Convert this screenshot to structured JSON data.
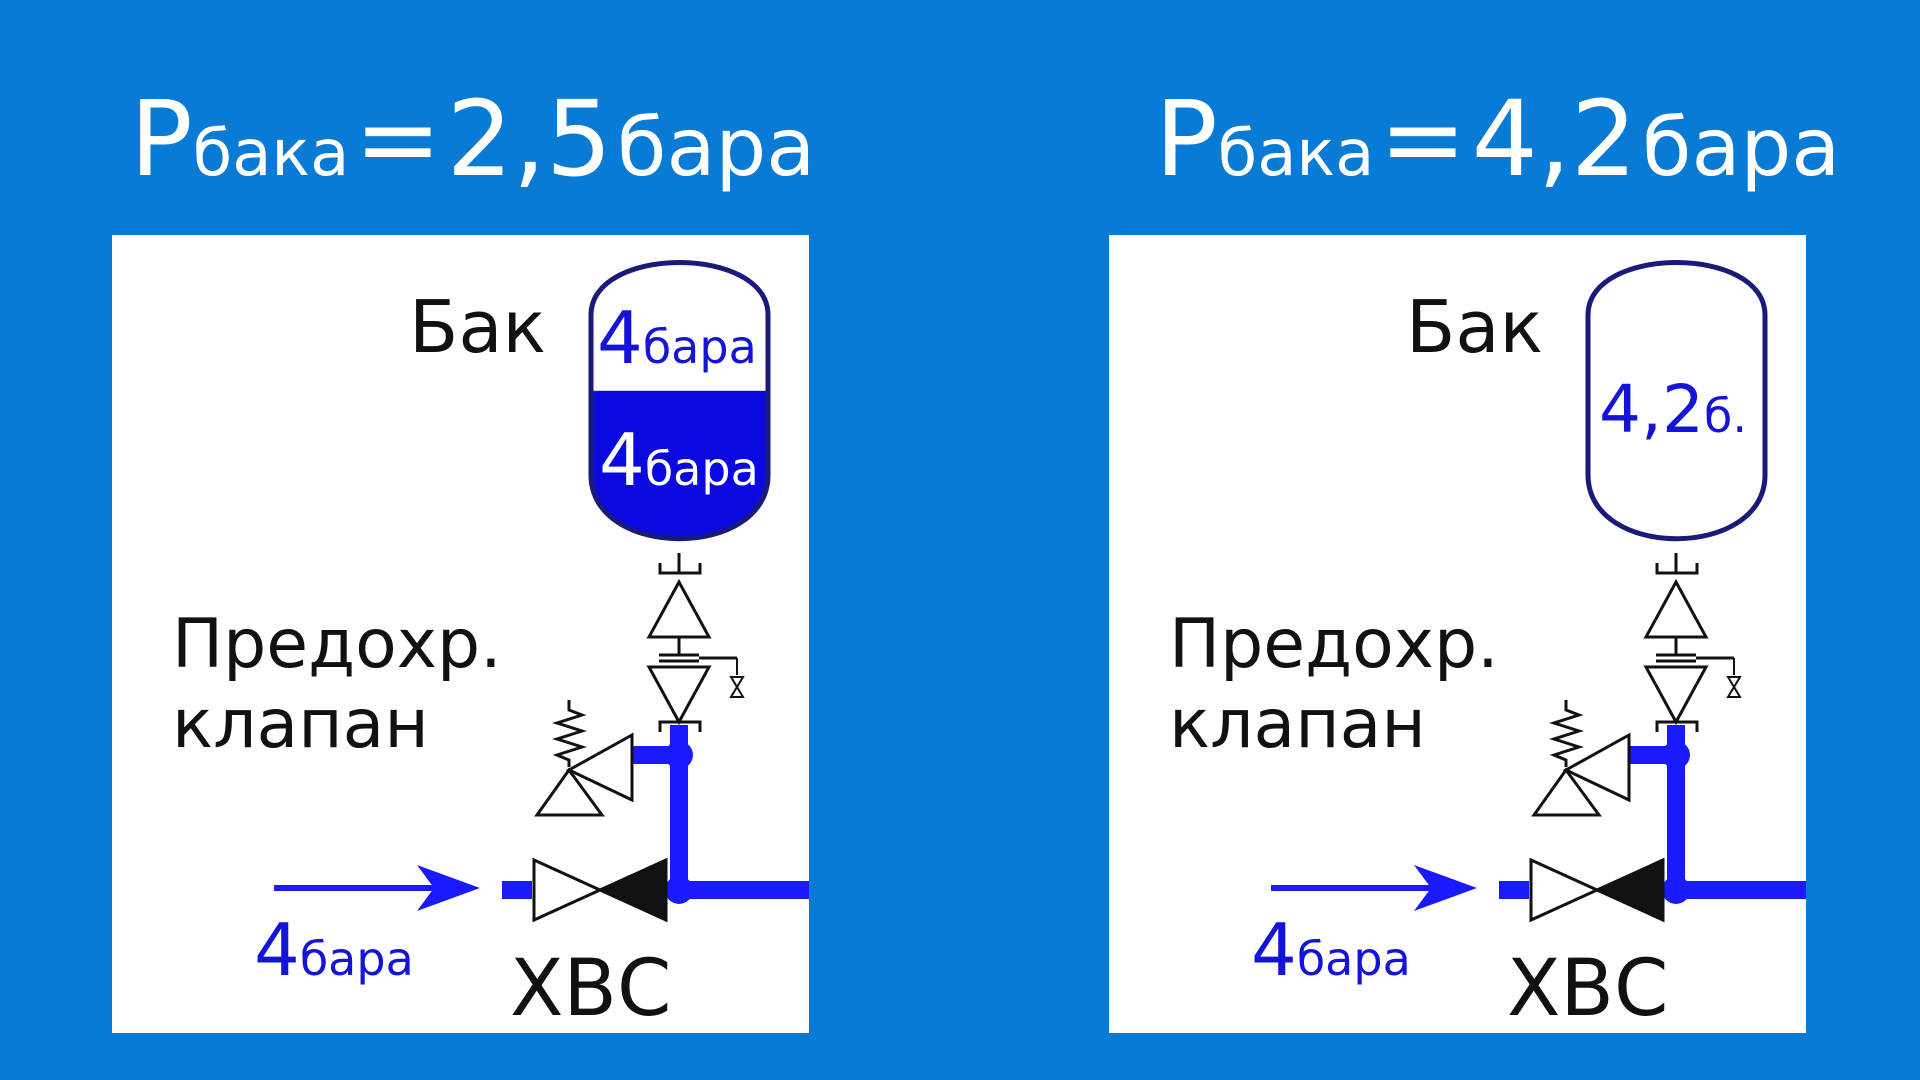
{
  "colors": {
    "background": "#0a7bd4",
    "pipe": "#1a1aff",
    "water": "#0a0ae0",
    "tank_outline": "#1a1a7a",
    "text_dark": "#111111",
    "text_blue": "#1414d8"
  },
  "left": {
    "title": {
      "p": "P",
      "sub": "бака",
      "eq": "=",
      "value": "2,5",
      "unit": "бара"
    },
    "tank_label": "Бак",
    "tank_top_num": "4",
    "tank_top_unit": "бара",
    "tank_bottom_num": "4",
    "tank_bottom_unit": "бара",
    "valve_label_line1": "Предохр.",
    "valve_label_line2": "клапан",
    "inlet_num": "4",
    "inlet_unit": "бара",
    "supply_label": "ХВС",
    "water_fill_fraction": 0.55
  },
  "right": {
    "title": {
      "p": "P",
      "sub": "бака",
      "eq": "=",
      "value": "4,2",
      "unit": "бара"
    },
    "tank_label": "Бак",
    "tank_num": "4,2",
    "tank_unit": "б.",
    "valve_label_line1": "Предохр.",
    "valve_label_line2": "клапан",
    "inlet_num": "4",
    "inlet_unit": "бара",
    "supply_label": "ХВС",
    "water_fill_fraction": 0
  }
}
